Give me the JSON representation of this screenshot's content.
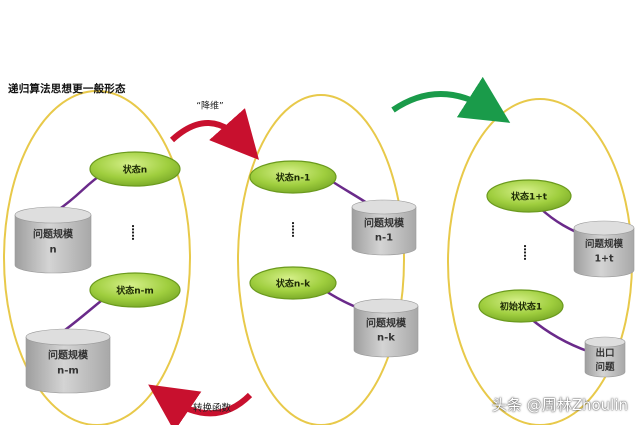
{
  "title": "递归算法思想更一般形态",
  "arrow_labels": {
    "reduce_dim": "“降维”",
    "transform_func": "转换函数"
  },
  "groups": [
    {
      "states": [
        "状态n",
        "状态n-m"
      ],
      "problems": [
        [
          "问题规模",
          "n"
        ],
        [
          "问题规模",
          "n-m"
        ]
      ]
    },
    {
      "states": [
        "状态n-1",
        "状态n-k"
      ],
      "problems": [
        [
          "问题规模",
          "n-1"
        ],
        [
          "问题规模",
          "n-k"
        ]
      ]
    },
    {
      "states": [
        "状态1+t",
        "初始状态1"
      ],
      "problems": [
        [
          "问题规模",
          "1+t"
        ],
        [
          "出口",
          "问题"
        ]
      ]
    }
  ],
  "ellipsis": "·····",
  "watermark": "头条 @周林Zhoulin",
  "colors": {
    "ellipse_stroke": "#e8c94a",
    "state_fill": "#9fce3e",
    "state_stroke": "#6b9a1e",
    "connector": "#6a2a8a",
    "cylinder_fill": "#bdbdbd",
    "red_arrow": "#c8102e",
    "green_arrow": "#1a9b4a"
  }
}
